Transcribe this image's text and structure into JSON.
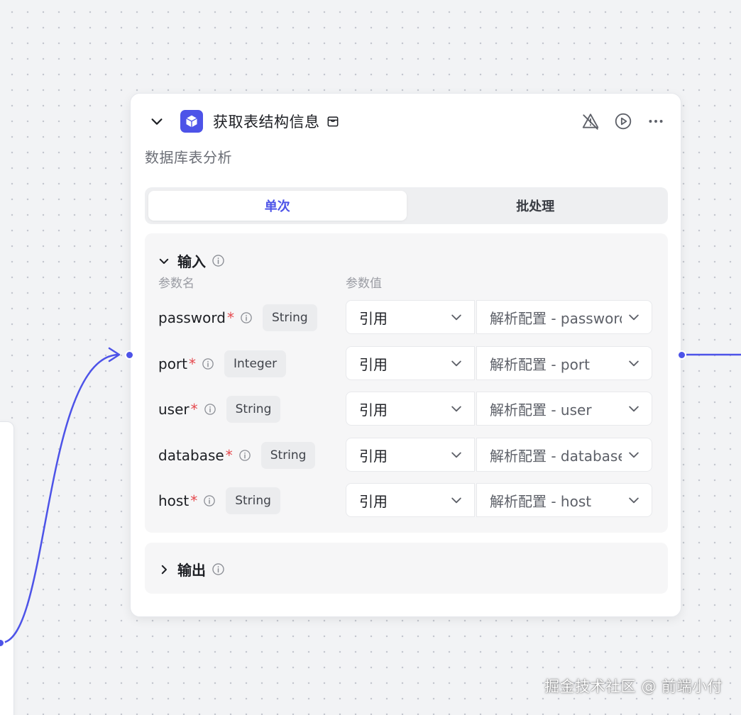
{
  "node": {
    "title": "获取表结构信息",
    "subtitle": "数据库表分析",
    "accent_color": "#4d53e8",
    "icon": "cube-icon",
    "header_actions": [
      "alert-off-icon",
      "play-circle-icon",
      "more-icon"
    ]
  },
  "tabs": [
    {
      "label": "单次",
      "active": true
    },
    {
      "label": "批处理",
      "active": false
    }
  ],
  "input_section": {
    "title": "输入",
    "expanded": true,
    "col_name_label": "参数名",
    "col_value_label": "参数值",
    "params": [
      {
        "name": "password",
        "required_mark": "*",
        "type": "String",
        "mode": "引用",
        "value": "解析配置 - password"
      },
      {
        "name": "port",
        "required_mark": "*",
        "type": "Integer",
        "mode": "引用",
        "value": "解析配置 - port"
      },
      {
        "name": "user",
        "required_mark": "*",
        "type": "String",
        "mode": "引用",
        "value": "解析配置 - user"
      },
      {
        "name": "database",
        "required_mark": "*",
        "type": "String",
        "mode": "引用",
        "value": "解析配置 - database"
      },
      {
        "name": "host",
        "required_mark": "*",
        "type": "String",
        "mode": "引用",
        "value": "解析配置 - host"
      }
    ]
  },
  "output_section": {
    "title": "输出",
    "expanded": false
  },
  "watermark": "掘金技术社区 @ 前端小付"
}
